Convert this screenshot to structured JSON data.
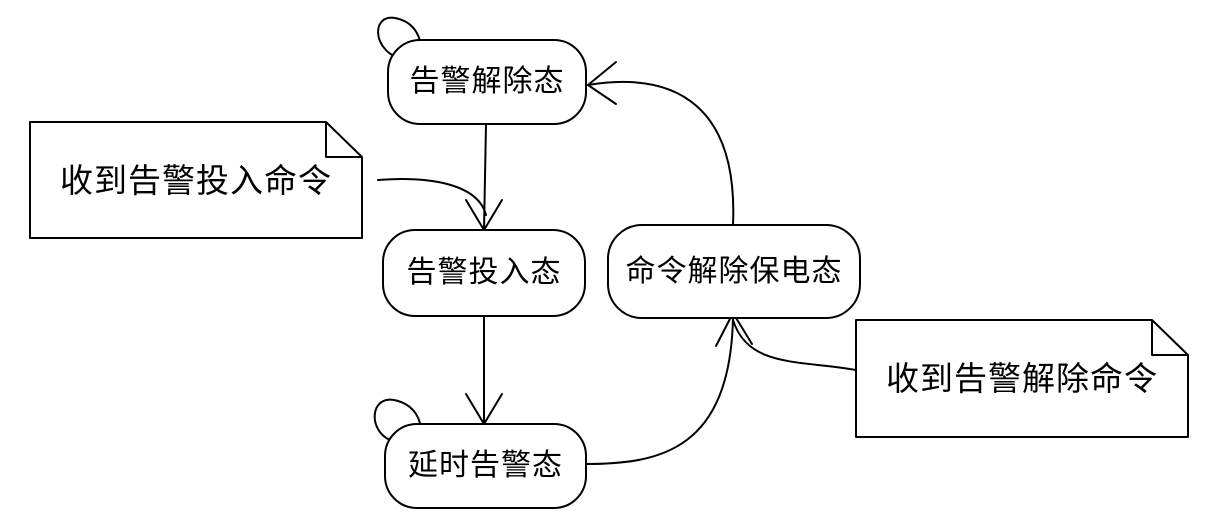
{
  "states": {
    "alarm_cleared": "告警解除态",
    "alarm_armed": "告警投入态",
    "delayed_alarm": "延时告警态",
    "command_cleared_protect": "命令解除保电态"
  },
  "notes": {
    "receive_arm": "收到告警投入命令",
    "receive_clear": "收到告警解除命令"
  },
  "colors": {
    "stroke": "#000000",
    "fill": "#ffffff",
    "text": "#000000"
  }
}
